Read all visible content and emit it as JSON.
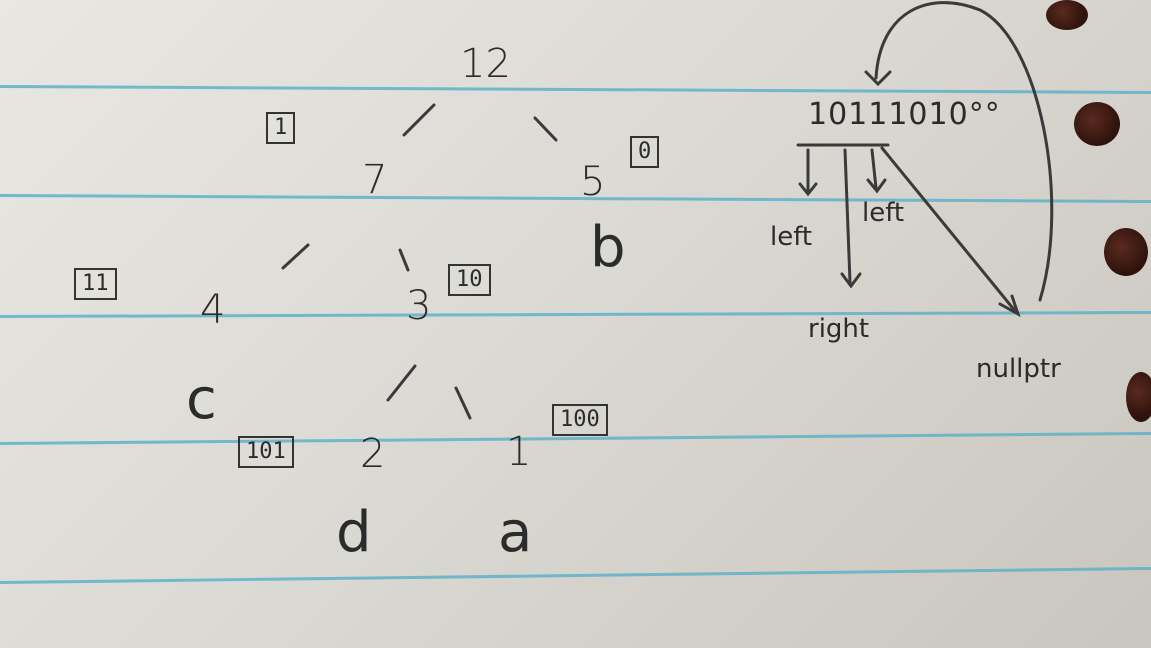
{
  "tree": {
    "root_weight": "12",
    "node_7": "7",
    "node_5": "5",
    "node_4": "4",
    "node_3": "3",
    "node_2": "2",
    "node_1": "1",
    "leaf_b": "b",
    "leaf_c": "c",
    "leaf_d": "d",
    "leaf_a": "a"
  },
  "codes": {
    "node_7_code": "1",
    "node_5_code": "0",
    "node_4_code": "11",
    "node_3_code": "10",
    "node_2_code": "101",
    "node_1_code": "100"
  },
  "bitstream": {
    "bits": "10111010°°",
    "arrow_left_1": "left",
    "arrow_right": "right",
    "arrow_left_2": "left",
    "null_label": "nullptr"
  },
  "colors": {
    "rule_line": "#5fb0c8",
    "ink": "#2b2b2b",
    "paper": "#e2e0da",
    "hole": "#3a1710"
  }
}
